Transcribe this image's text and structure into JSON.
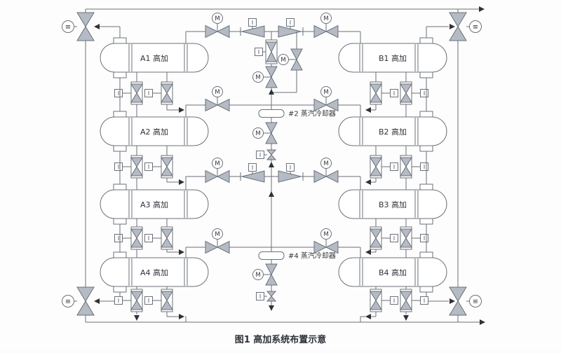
{
  "figure": {
    "caption": "图1  高加系统布置示意",
    "heaters": [
      {
        "id": "A1",
        "label": "A1 高加"
      },
      {
        "id": "A2",
        "label": "A2 高加"
      },
      {
        "id": "A3",
        "label": "A3 高加"
      },
      {
        "id": "A4",
        "label": "A4 高加"
      },
      {
        "id": "B1",
        "label": "B1 高加"
      },
      {
        "id": "B2",
        "label": "B2 高加"
      },
      {
        "id": "B3",
        "label": "B3 高加"
      },
      {
        "id": "B4",
        "label": "B4 高加"
      }
    ],
    "coolers": [
      {
        "label": "#2 蒸汽冷却器"
      },
      {
        "label": "#4 蒸汽冷却器"
      }
    ],
    "motor_label": "M",
    "instrument_label": "≡",
    "colors": {
      "line": "#6b7078",
      "valve_fill": "#b5bbc5",
      "text": "#2e3237",
      "background": "#fdfdfd"
    }
  }
}
